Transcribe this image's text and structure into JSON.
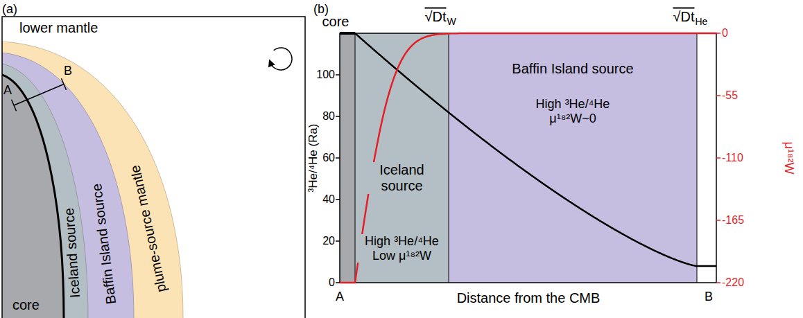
{
  "diagram": {
    "nodes": [
      {
        "text": [
          "core"
        ]
      },
      {
        "text": [
          "Iceland source",
          "High ³He/⁴He Low μ¹⁸²W"
        ]
      },
      {
        "text": [
          "Baffin Island source",
          "High ³He/⁴He μ¹⁸²W~0"
        ]
      }
    ],
    "labels": [
      "(a)",
      "lower mantle",
      "core",
      "Iceland source",
      "Baffin Island source",
      "plume-source mantle",
      "A",
      "B",
      "(b)",
      "√Dt",
      "W",
      "√Dt",
      "He",
      "³He/⁴He (Ra)",
      "100",
      "80",
      "60",
      "40",
      "20",
      "0",
      "μ¹⁸²W",
      "0",
      "-55",
      "-110",
      "-165",
      "-220",
      "A",
      "B",
      "Distance from the CMB"
    ]
  }
}
